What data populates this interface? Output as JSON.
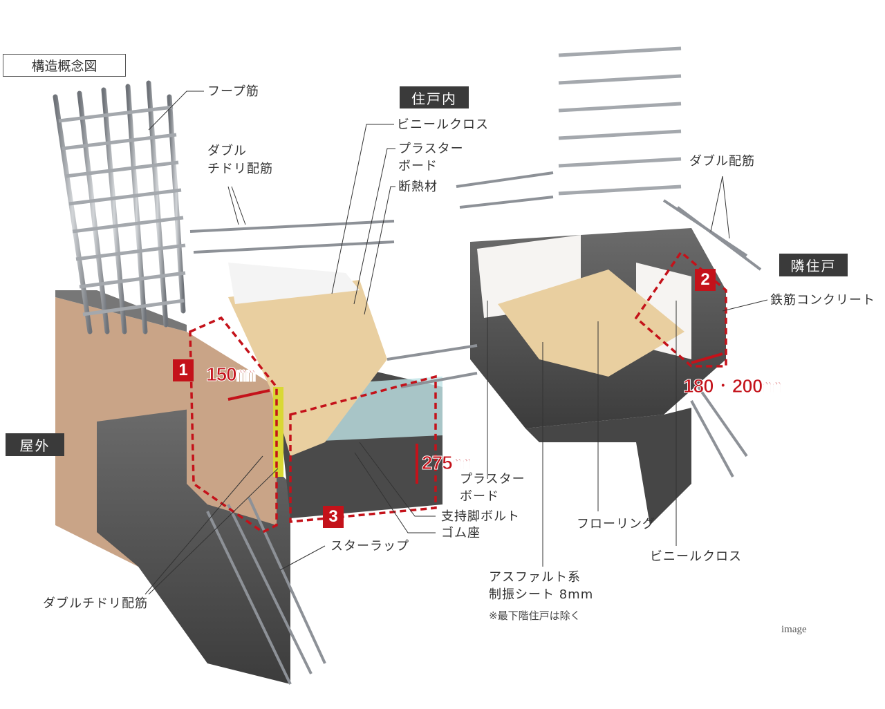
{
  "title": "構造概念図",
  "zones": {
    "interior": "住戸内",
    "neighbor": "隣住戸",
    "outdoor": "屋外"
  },
  "labels": {
    "hoop": "フープ筋",
    "double_chidori_top_1": "ダブル",
    "double_chidori_top_2": "チドリ配筋",
    "vinyl_cloth_top": "ビニールクロス",
    "plaster_top_1": "プラスター",
    "plaster_top_2": "ボード",
    "insulation": "断熱材",
    "double_rebar": "ダブル配筋",
    "rc": "鉄筋コンクリート",
    "plaster_mid_1": "プラスター",
    "plaster_mid_2": "ボード",
    "support_bolt": "支持脚ボルト",
    "rubber_seat": "ゴム座",
    "stirrup": "スターラップ",
    "flooring": "フローリング",
    "vinyl_cloth_bottom": "ビニールクロス",
    "asphalt_1": "アスファルト系",
    "asphalt_2": "制振シート 8mm",
    "asphalt_note": "※最下階住戸は除く",
    "double_chidori_bottom": "ダブルチドリ配筋"
  },
  "callouts": [
    {
      "number": "1",
      "dimension": "150㎜"
    },
    {
      "number": "2",
      "dimension": "180・200㎜"
    },
    {
      "number": "3",
      "dimension": "275㎜"
    }
  ],
  "image_note": "image",
  "colors": {
    "accent": "#c4121a",
    "dark_label": "#3a3a3a",
    "concrete": "#5a5a5a",
    "rebar": "#9a9ea3"
  }
}
